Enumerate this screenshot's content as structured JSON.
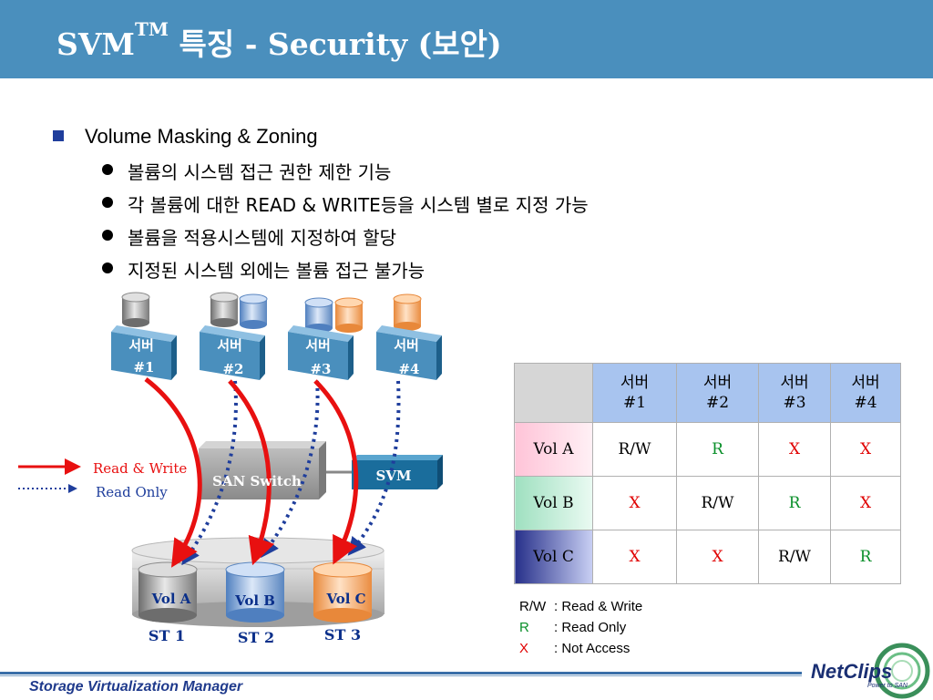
{
  "slide": {
    "title_prefix": "SVM",
    "title_tm": "TM",
    "title_rest": " 특징 - Security (보안)"
  },
  "bullets": {
    "main": "Volume Masking & Zoning",
    "sub": [
      "볼륨의 시스템 접근 권한 제한 기능",
      "각 볼륨에 대한 READ & WRITE등을 시스템 별로 지정 가능",
      "볼륨을 적용시스템에 지정하여 할당",
      "지정된 시스템 외에는 볼륨 접근 불가능"
    ]
  },
  "diagram": {
    "servers": [
      {
        "label": "서버",
        "num": "#1",
        "drum_colors": [
          "#8a8a8a"
        ]
      },
      {
        "label": "서버",
        "num": "#2",
        "drum_colors": [
          "#8a8a8a",
          "#6f9bd0"
        ]
      },
      {
        "label": "서버",
        "num": "#3",
        "drum_colors": [
          "#6f9bd0",
          "#f2a15a"
        ]
      },
      {
        "label": "서버",
        "num": "#4",
        "drum_colors": [
          "#f2a15a"
        ]
      }
    ],
    "switch_label": "SAN Switch",
    "svm_label": "SVM",
    "legend": {
      "read_write": "Read & Write",
      "read_only": "Read Only"
    },
    "volumes": [
      {
        "name": "Vol A",
        "storage": "ST 1"
      },
      {
        "name": "Vol B",
        "storage": "ST 2"
      },
      {
        "name": "Vol C",
        "storage": "ST 3"
      }
    ],
    "colors": {
      "read_write": "#e81010",
      "read_only": "#1f3e9c",
      "server_box": "#4a8fbd",
      "svm_box": "#1a6d9c"
    }
  },
  "table": {
    "headers": [
      {
        "l1": "서버",
        "l2": "#1"
      },
      {
        "l1": "서버",
        "l2": "#2"
      },
      {
        "l1": "서버",
        "l2": "#3"
      },
      {
        "l1": "서버",
        "l2": "#4"
      }
    ],
    "rows": [
      {
        "label": "Vol A",
        "cells": [
          "R/W",
          "R",
          "X",
          "X"
        ]
      },
      {
        "label": "Vol B",
        "cells": [
          "X",
          "R/W",
          "R",
          "X"
        ]
      },
      {
        "label": "Vol C",
        "cells": [
          "X",
          "X",
          "R/W",
          "R"
        ]
      }
    ],
    "legend": [
      {
        "key": "R/W",
        "desc": ": Read & Write"
      },
      {
        "key": "R",
        "desc": ": Read Only"
      },
      {
        "key": "X",
        "desc": ": Not Access"
      }
    ]
  },
  "footer": {
    "text": "Storage Virtualization Manager",
    "logo": "NetClips",
    "logo_sub": "Power to SAN"
  }
}
